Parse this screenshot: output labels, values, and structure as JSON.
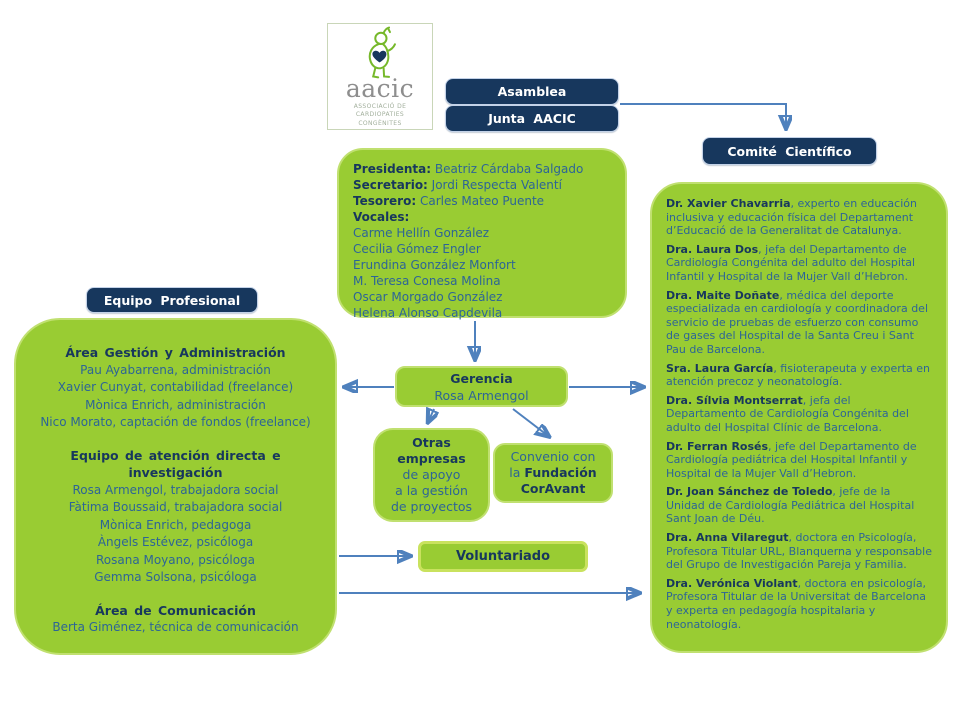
{
  "logo": {
    "wordmark": "aacic",
    "subtitle": "ASSOCIACIÓ DE CARDIOPATIES CONGÈNITES"
  },
  "nodes": {
    "asamblea": "Asamblea",
    "junta_aacic": "Junta AACIC",
    "comite_cientifico": "Comité Científico",
    "equipo_profesional": "Equipo Profesional",
    "voluntariado": "Voluntariado"
  },
  "junta": {
    "roles": [
      {
        "label": "Presidenta:",
        "name": " Beatriz Cárdaba Salgado"
      },
      {
        "label": "Secretario:",
        "name": " Jordi Respecta Valentí"
      },
      {
        "label": "Tesorero:",
        "name": " Carles Mateo Puente"
      }
    ],
    "vocales_label": "Vocales:",
    "vocales": [
      "Carme Hellín González",
      "Cecilia Gómez Engler",
      "Erundina González Monfort",
      "M. Teresa Conesa Molina",
      "Oscar Morgado González",
      "Helena Alonso Capdevila"
    ]
  },
  "equipo": {
    "sections": [
      {
        "title": "Área Gestión y Administración",
        "people": [
          "Pau Ayabarrena, administración",
          "Xavier Cunyat, contabilidad (freelance)",
          "Mònica Enrich, administración",
          "Nico Morato, captación de fondos (freelance)"
        ]
      },
      {
        "title": "Equipo de atención directa e investigación",
        "people": [
          "Rosa Armengol, trabajadora social",
          "Fàtima Boussaid, trabajadora social",
          "Mònica Enrich, pedagoga",
          "Àngels Estévez, psicóloga",
          "Rosana Moyano, psicóloga",
          "Gemma Solsona, psicóloga"
        ]
      },
      {
        "title": "Área de Comunicación",
        "people": [
          "Berta Giménez, técnica de comunicación"
        ]
      }
    ]
  },
  "gerencia": {
    "title": "Gerencia",
    "person": "Rosa Armengol"
  },
  "otras_empresas": {
    "bold_line1": "Otras",
    "bold_line2": "empresas",
    "line3": "de apoyo",
    "line4": "a la gestión",
    "line5": "de proyectos"
  },
  "convenio": {
    "line1": "Convenio con",
    "line2_pre": "la ",
    "line2_bold": "Fundación",
    "line3_bold": "CorAvant"
  },
  "comite": {
    "members": [
      {
        "name": "Dr. Xavier Chavarria",
        "desc": ", experto en educación inclusiva y educación física del Departament d’Educació de la Generalitat de Catalunya."
      },
      {
        "name": "Dra. Laura Dos",
        "desc": ", jefa del Departamento de Cardiología Congénita del adulto del Hospital Infantil y Hospital de la Mujer Vall d’Hebron."
      },
      {
        "name": "Dra. Maite Doñate",
        "desc": ", médica del deporte especializada en cardiología y coordinadora del servicio de pruebas de esfuerzo con consumo de gases del Hospital de la Santa Creu i Sant Pau de Barcelona."
      },
      {
        "name": "Sra. Laura García",
        "desc": ", fisioterapeuta y experta en atención precoz y neonatología."
      },
      {
        "name": "Dra. Sílvia Montserrat",
        "desc": ", jefa del Departamento de Cardiología Congénita del adulto del Hospital Clínic de Barcelona."
      },
      {
        "name": "Dr. Ferran Rosés",
        "desc": ", jefe del Departamento de Cardiología pediátrica del Hospital Infantil y Hospital de la Mujer Vall d’Hebron."
      },
      {
        "name": "Dr. Joan Sánchez de Toledo",
        "desc": ", jefe de la Unidad de Cardiología Pediátrica del Hospital Sant Joan de Déu."
      },
      {
        "name": "Dra. Anna Vilaregut",
        "desc": ", doctora en Psicología, Profesora Titular URL, Blanquerna y responsable del Grupo de Investigación Pareja y Familia."
      },
      {
        "name": "Dra. Verónica Violant",
        "desc": ", doctora en psicología, Profesora Titular de la Universitat de Barcelona y experta en pedagogía hospitalaria y neonatología."
      }
    ]
  },
  "colors": {
    "green_fill": "#99cc33",
    "green_border": "#c0e070",
    "navy": "#17375d",
    "body_blue": "#2d6596",
    "arrow_blue": "#4f81bd"
  }
}
